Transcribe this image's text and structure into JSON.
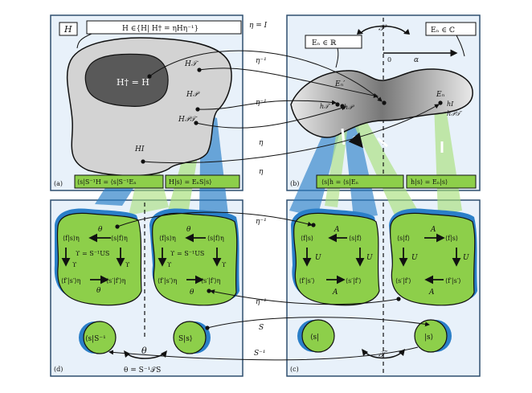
{
  "panel_a": {
    "box_label": "H",
    "set_def": "H ∈{H| H† = ηHη⁻¹}",
    "herm": "H† = H",
    "h_t": "H𝒯",
    "h_p": "H𝒫",
    "h_pt": "H𝒫𝒯",
    "h_i": "HI",
    "tag": "(a)",
    "eq1": "⟨s|S⁻¹H = ⟨s|S⁻¹Eₙ",
    "eq2": "H|s⟩ = EₙS|s⟩"
  },
  "panel_b": {
    "real_box": "Eₙ ∈ ℝ",
    "complex_box": "Eₙ ∈ ℂ",
    "sym": "𝒫",
    "zero": "0",
    "alpha": "α",
    "en_prime": "Eₙ′",
    "en": "Eₙ",
    "ht": "h𝒯",
    "hp": "h𝒫",
    "hi": "hI",
    "hpt": "h𝒫𝒯",
    "tag": "(b)",
    "eq1": "⟨s|h = ⟨s|Eₙ",
    "eq2": "h|s⟩ = Eₙ|s⟩"
  },
  "arrows": {
    "eta_I": "η = I",
    "eta_inv_1": "η⁻¹",
    "eta_inv_2": "η⁻¹",
    "eta_1": "η",
    "eta_2": "η",
    "eta_inv_3": "η⁻¹",
    "eta_inv_4": "η⁻¹",
    "S": "S",
    "S_inv": "S⁻¹"
  },
  "panel_d": {
    "left_blob": {
      "theta_top": "θ",
      "fs": "⟨f|s⟩η",
      "sf": "⟨s|f⟩η",
      "upsilon": "ϒ = S⁻¹US",
      "Y_left": "ϒ",
      "Y_right": "ϒ",
      "fs_p": "⟨f′|s′⟩η",
      "sf_p": "⟨s′|f′⟩η",
      "theta_bottom": "θ"
    },
    "right_blob": {
      "theta_top": "θ",
      "fs": "⟨f|s⟩η",
      "sf": "⟨s|f⟩η",
      "upsilon": "ϒ = S⁻¹US",
      "Y_left": "ϒ",
      "Y_right": "ϒ",
      "fs_p": "⟨f′|s′⟩η",
      "sf_p": "⟨s′|f′⟩η",
      "theta_bottom": "θ"
    },
    "bra": "⟨s|S⁻¹",
    "ket": "S|s⟩",
    "theta_mid": "θ",
    "tag": "(d)",
    "theta_def": "θ = S⁻¹𝒯S"
  },
  "panel_c": {
    "left_blob": {
      "A_top": "A",
      "fs": "⟨f|s⟩",
      "sf": "⟨s|f⟩",
      "U_left": "U",
      "U_right": "U",
      "fs_p": "⟨f′|s′⟩",
      "sf_p": "⟨s′|f′⟩",
      "A_bottom": "A"
    },
    "right_blob": {
      "A_top": "A",
      "sf": "⟨s|f⟩",
      "fs": "⟨f|s⟩",
      "U_left": "U",
      "U_right": "U",
      "sf_p": "⟨s′|f′⟩",
      "fs_p": "⟨f′|s′⟩",
      "A_bottom": "A"
    },
    "bra": "⟨s|",
    "ket": "|s⟩",
    "sym": "𝒯",
    "tag": "(c)"
  },
  "colors": {
    "panel_bg": "#e8f1fa",
    "panel_border": "#2f4f6f",
    "green": "#8dcf4a",
    "blue": "#2a7fc8",
    "gray": "#d3d3d3",
    "dark": "#595959"
  }
}
